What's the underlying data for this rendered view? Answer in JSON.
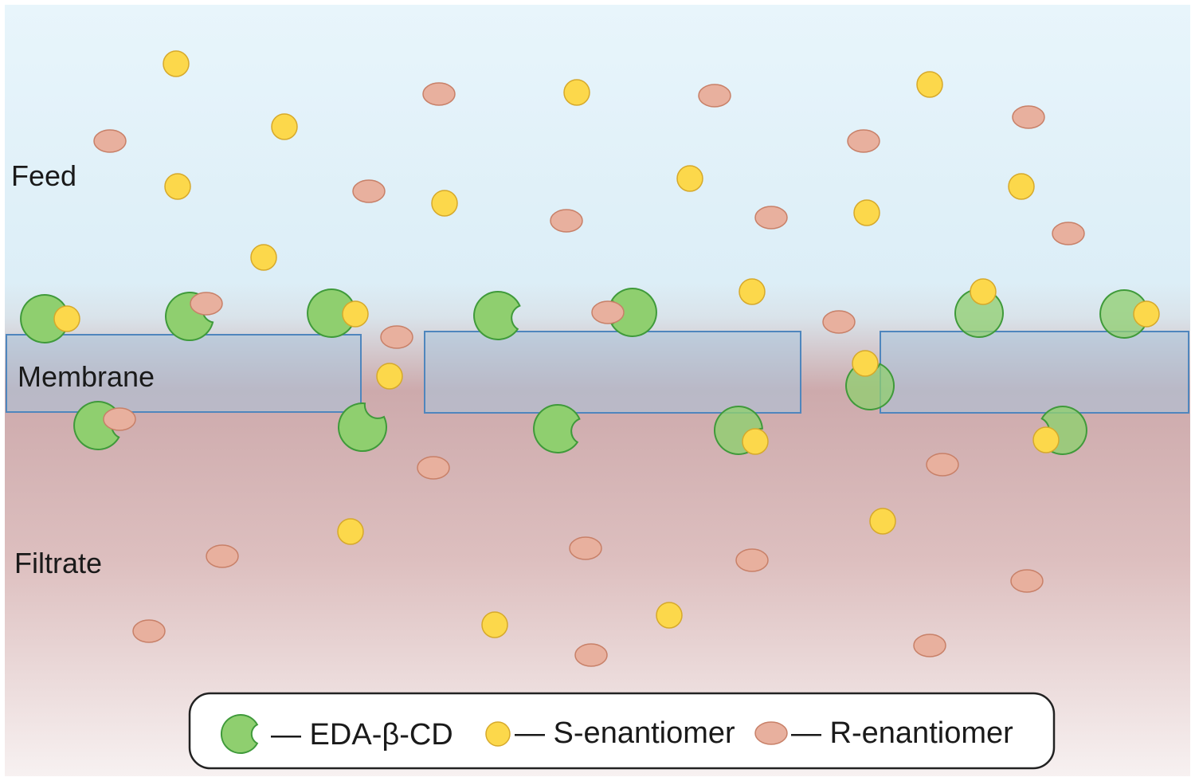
{
  "labels": {
    "feed": "Feed",
    "membrane": "Membrane",
    "filtrate": "Filtrate"
  },
  "legend": {
    "cd": "— EDA-β-CD",
    "s": "— S-enantiomer",
    "r": "— R-enantiomer"
  },
  "colors": {
    "feed_top": "#e6f4fb",
    "feed_bottom": "#dcecf5",
    "filtrate_top": "#cfaaab",
    "filtrate_bottom": "#f3ecec",
    "membrane_fill": "#aac4dd",
    "membrane_stroke": "#4f86bd",
    "cd_fill": "#8fcf6f",
    "cd_stroke": "#3f9a3a",
    "s_fill": "#fcd84b",
    "s_stroke": "#d6a92b",
    "r_fill": "#e8b09e",
    "r_stroke": "#c88068"
  },
  "icons": {
    "cd": "cyclodextrin-crescent-icon",
    "s": "s-enantiomer-circle-icon",
    "r": "r-enantiomer-ellipse-icon"
  }
}
